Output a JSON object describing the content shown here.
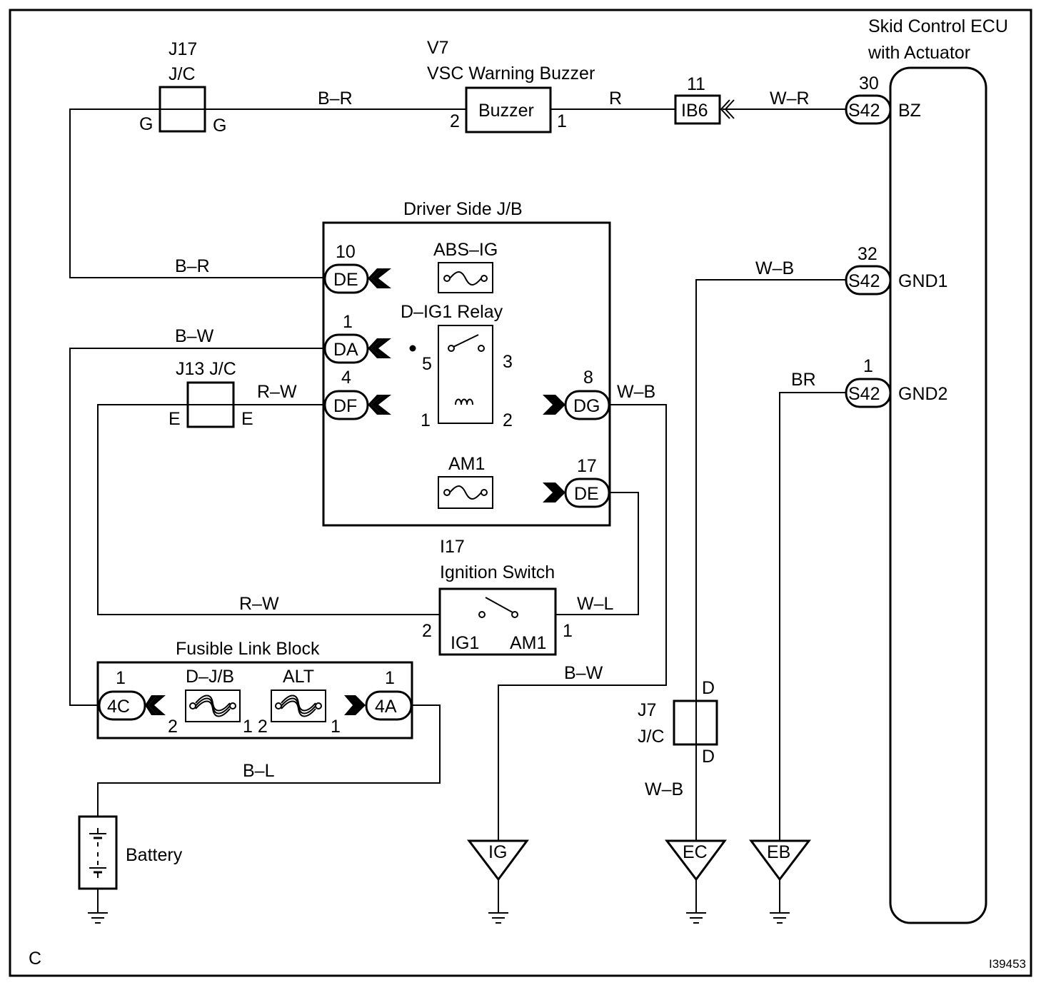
{
  "page_letter": "C",
  "figure_id": "I39453",
  "ecu": {
    "name_line1": "Skid Control ECU",
    "name_line2": "with Actuator"
  },
  "j17": {
    "id": "J17",
    "type": "J/C",
    "pin_left": "G",
    "pin_right": "G"
  },
  "buzzer": {
    "id": "V7",
    "name": "VSC Warning Buzzer",
    "body": "Buzzer",
    "pin_left": "2",
    "pin_right": "1"
  },
  "ib6": {
    "label": "IB6",
    "pin": "11"
  },
  "ecu_pins": [
    {
      "pin": "30",
      "connector": "S42",
      "terminal": "BZ"
    },
    {
      "pin": "32",
      "connector": "S42",
      "terminal": "GND1"
    },
    {
      "pin": "1",
      "connector": "S42",
      "terminal": "GND2"
    }
  ],
  "wires": {
    "j17_buzzer": "B–R",
    "buzzer_ib6": "R",
    "ib6_ecu": "W–R",
    "jb_de10": "B–R",
    "jb_da": "B–W",
    "jb_df": "R–W",
    "jb_dg": "W–B",
    "gnd1": "W–B",
    "gnd2": "BR",
    "ign_left": "R–W",
    "ign_right": "W–L",
    "ig_ground": "B–W",
    "battery": "B–L",
    "j7_ec": "W–B"
  },
  "jb": {
    "title": "Driver Side J/B",
    "fuse1": "ABS–IG",
    "fuse2": "AM1",
    "relay": "D–IG1 Relay",
    "connectors": [
      {
        "label": "DE",
        "pin": "10"
      },
      {
        "label": "DA",
        "pin": "1"
      },
      {
        "label": "DF",
        "pin": "4"
      },
      {
        "label": "DG",
        "pin": "8"
      },
      {
        "label": "DE",
        "pin": "17"
      }
    ],
    "relay_pins": {
      "p5": "5",
      "p3": "3",
      "p1": "1",
      "p2": "2"
    }
  },
  "j13": {
    "name": "J13 J/C",
    "pin_left": "E",
    "pin_right": "E"
  },
  "ignition": {
    "id": "I17",
    "name": "Ignition Switch",
    "t1": "IG1",
    "t2": "AM1",
    "pin_left": "2",
    "pin_right": "1"
  },
  "fusible": {
    "title": "Fusible Link Block",
    "link1": "D–J/B",
    "link2": "ALT",
    "conn_left": "4C",
    "conn_right": "4A",
    "conn_left_pin": "1",
    "conn_right_pin": "1",
    "p2a": "2",
    "p12": "1 2",
    "p1": "1"
  },
  "battery": "Battery",
  "j7": {
    "id": "J7",
    "type": "J/C",
    "pin_top": "D",
    "pin_bottom": "D"
  },
  "grounds": [
    "IG",
    "EC",
    "EB"
  ]
}
